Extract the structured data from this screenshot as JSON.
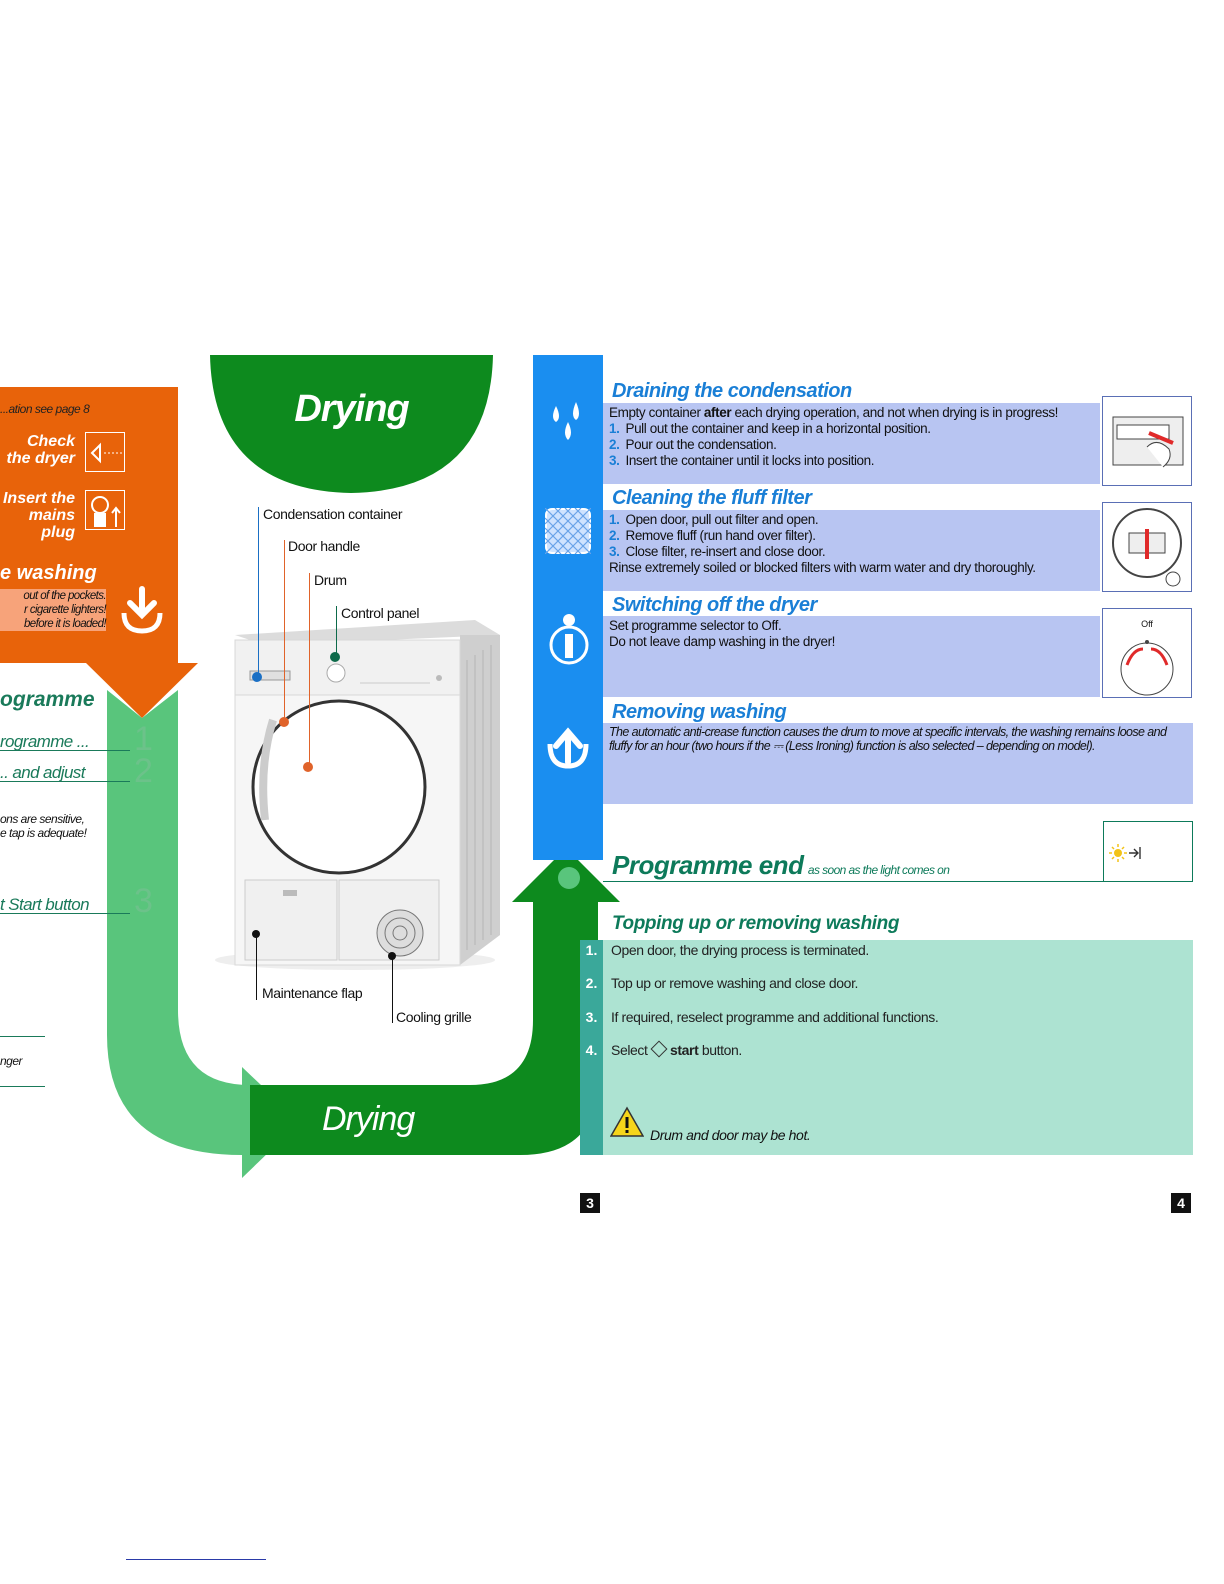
{
  "left": {
    "note": "...ation see page 8",
    "check_dryer": [
      "Check",
      "the dryer"
    ],
    "insert_plug": [
      "Insert the",
      "mains plug"
    ],
    "washing_title": "e washing",
    "washing_lines": [
      "out of the pockets.",
      "r cigarette lighters!",
      "before it is loaded!"
    ],
    "programme_title": "ogramme",
    "step1": "rogramme ...",
    "step2": ".. and adjust",
    "step_note": [
      "ons are sensitive,",
      "e tap is adequate!"
    ],
    "step3": "t Start button",
    "nums": [
      "1",
      "2",
      "3"
    ],
    "bottom_word": "nger"
  },
  "drying_banner": "Drying",
  "drying_bottom": "Drying",
  "dryer_labels": {
    "condensation_container": "Condensation container",
    "door_handle": "Door handle",
    "drum": "Drum",
    "control_panel": "Control panel",
    "maintenance_flap": "Maintenance flap",
    "cooling_grille": "Cooling grille"
  },
  "panels": {
    "draining": {
      "title": "Draining the condensation",
      "intro_a": "Empty container ",
      "intro_b": "after",
      "intro_c": " each drying operation, and not when drying is in progress!",
      "steps": [
        "Pull out the container and keep in a horizontal position.",
        "Pour out the condensation.",
        "Insert the container until it locks into position."
      ]
    },
    "fluff": {
      "title": "Cleaning the fluff filter",
      "steps": [
        "Open door, pull out filter and open.",
        "Remove fluff (run hand over filter).",
        "Close filter, re-insert and close door."
      ],
      "extra": "Rinse extremely soiled or blocked filters with warm water and dry thoroughly."
    },
    "switching": {
      "title": "Switching off the dryer",
      "lines": [
        "Set programme selector to Off.",
        "Do not leave damp washing in the dryer!"
      ],
      "thumb_label": "Off"
    },
    "removing": {
      "title": "Removing washing",
      "text": "The automatic anti-crease function causes the drum to move at specific intervals, the washing remains loose and fluffy for an hour (two hours if the ⎓ (Less Ironing) function is also selected – depending on model)."
    },
    "end": {
      "title": "Programme end",
      "subtitle": "as soon as the light comes on"
    }
  },
  "step_nums": [
    "1.",
    "2.",
    "3."
  ],
  "topping": {
    "title": "Topping up or removing washing",
    "nums": [
      "1.",
      "2.",
      "3.",
      "4."
    ],
    "steps": [
      "Open door, the drying process is terminated.",
      "Top up or remove washing and close door.",
      "If required, reselect programme and additional functions."
    ],
    "step4_a": "Select ",
    "step4_b": "start",
    "step4_c": " button.",
    "warning": "Drum and door may be hot."
  },
  "page_numbers": [
    "3",
    "4"
  ],
  "colors": {
    "orange": "#e8630a",
    "light_green": "#59c57c",
    "dark_green": "#0d8a1e",
    "blue": "#1a8ef0",
    "panel_lilac": "#b8c5f2",
    "mint": "#ade3d2",
    "teal_num": "#3aa89a"
  }
}
